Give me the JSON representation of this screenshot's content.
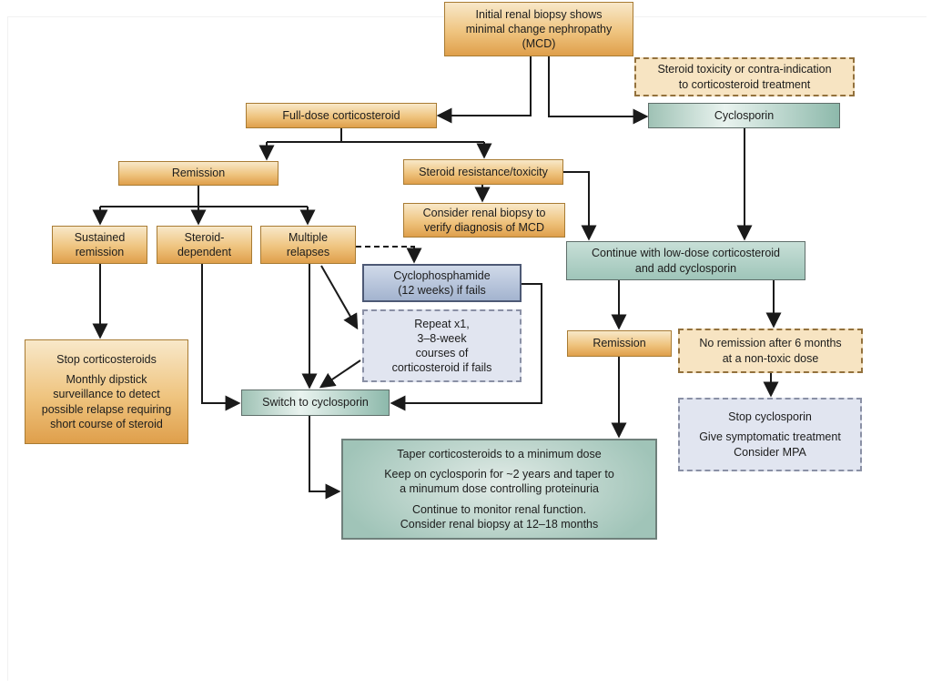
{
  "diagram_title": "Treatment algorithm for minimal change nephropathy (MCD)",
  "palette": {
    "background": "#ffffff",
    "orange_box_top": "#f8e8c9",
    "orange_box_bottom": "#df9f4b",
    "orange_border": "#a87b33",
    "orange_dashed_fill": "#f7e4c2",
    "orange_dashed_border": "#93713c",
    "teal_light": "#e9f3ef",
    "teal": "#8db9ab",
    "teal_border": "#5f6e6a",
    "blue_top": "#d0dae9",
    "blue_bottom": "#a3b4cf",
    "blue_border": "#4d5975",
    "blue_dashed_fill": "#e1e5f0",
    "blue_dashed_border": "#8a90a5",
    "line_color": "#1a1a1a"
  },
  "nodes": {
    "initial_biopsy": {
      "label": "Initial renal biopsy shows\nminimal change nephropathy\n(MCD)"
    },
    "steroid_toxicity": {
      "label": "Steroid toxicity or contra-indication\nto corticosteroid treatment"
    },
    "full_dose": {
      "label": "Full-dose corticosteroid"
    },
    "cyclosporin": {
      "label": "Cyclosporin"
    },
    "remission": {
      "label": "Remission"
    },
    "steroid_resistance": {
      "label": "Steroid resistance/toxicity"
    },
    "consider_biopsy": {
      "label": "Consider renal biopsy to\nverify diagnosis of MCD"
    },
    "sustained_remission": {
      "label": "Sustained\nremission"
    },
    "steroid_dependent": {
      "label": "Steroid-\ndependent"
    },
    "multiple_relapses": {
      "label": "Multiple\nrelapses"
    },
    "cyclophosphamide": {
      "label": "Cyclophosphamide\n(12 weeks) if fails"
    },
    "repeat_courses": {
      "label": "Repeat x1,\n3–8-week\ncourses of\ncorticosteroid if fails"
    },
    "continue_low_dose": {
      "label": "Continue with low-dose corticosteroid\nand add cyclosporin"
    },
    "stop_corticosteroids": {
      "paras": [
        "Stop corticosteroids",
        "Monthly dipstick\nsurveillance to detect\npossible relapse requiring\nshort course of steroid"
      ]
    },
    "switch_cyclosporin": {
      "label": "Switch to cyclosporin"
    },
    "remission_cyclosporin": {
      "label": "Remission"
    },
    "no_remission": {
      "label": "No remission after 6 months\nat a non-toxic dose"
    },
    "stop_cyclosporin": {
      "paras": [
        "Stop cyclosporin",
        "Give symptomatic treatment",
        "Consider MPA"
      ]
    },
    "taper": {
      "paras": [
        "Taper corticosteroids to a minimum dose",
        "Keep on cyclosporin for ~2 years and taper to\na minumum dose controlling proteinuria",
        "Continue to monitor renal function.\nConsider renal biopsy at 12–18 months"
      ]
    }
  },
  "edges": [
    {
      "from": "initial_biopsy",
      "to": "full_dose",
      "style": "solid"
    },
    {
      "from": "initial_biopsy",
      "to": "cyclosporin",
      "style": "solid"
    },
    {
      "from": "full_dose",
      "to": "remission",
      "style": "solid"
    },
    {
      "from": "full_dose",
      "to": "steroid_resistance",
      "style": "solid"
    },
    {
      "from": "remission",
      "to": "sustained_remission",
      "style": "solid"
    },
    {
      "from": "remission",
      "to": "steroid_dependent",
      "style": "solid"
    },
    {
      "from": "remission",
      "to": "multiple_relapses",
      "style": "solid"
    },
    {
      "from": "sustained_remission",
      "to": "stop_corticosteroids",
      "style": "solid"
    },
    {
      "from": "steroid_dependent",
      "to": "switch_cyclosporin",
      "style": "solid"
    },
    {
      "from": "multiple_relapses",
      "to": "switch_cyclosporin",
      "style": "solid"
    },
    {
      "from": "multiple_relapses",
      "to": "cyclophosphamide",
      "style": "dashed"
    },
    {
      "from": "multiple_relapses",
      "to": "repeat_courses",
      "style": "solid"
    },
    {
      "from": "repeat_courses",
      "to": "switch_cyclosporin",
      "style": "solid"
    },
    {
      "from": "cyclophosphamide",
      "to": "switch_cyclosporin",
      "style": "solid"
    },
    {
      "from": "steroid_resistance",
      "to": "consider_biopsy",
      "style": "solid"
    },
    {
      "from": "steroid_resistance",
      "to": "continue_low_dose",
      "style": "solid"
    },
    {
      "from": "cyclosporin",
      "to": "continue_low_dose",
      "style": "solid"
    },
    {
      "from": "continue_low_dose",
      "to": "remission_cyclosporin",
      "style": "solid"
    },
    {
      "from": "continue_low_dose",
      "to": "no_remission",
      "style": "solid"
    },
    {
      "from": "remission_cyclosporin",
      "to": "taper",
      "style": "solid"
    },
    {
      "from": "no_remission",
      "to": "stop_cyclosporin",
      "style": "solid"
    },
    {
      "from": "switch_cyclosporin",
      "to": "taper",
      "style": "solid"
    }
  ]
}
